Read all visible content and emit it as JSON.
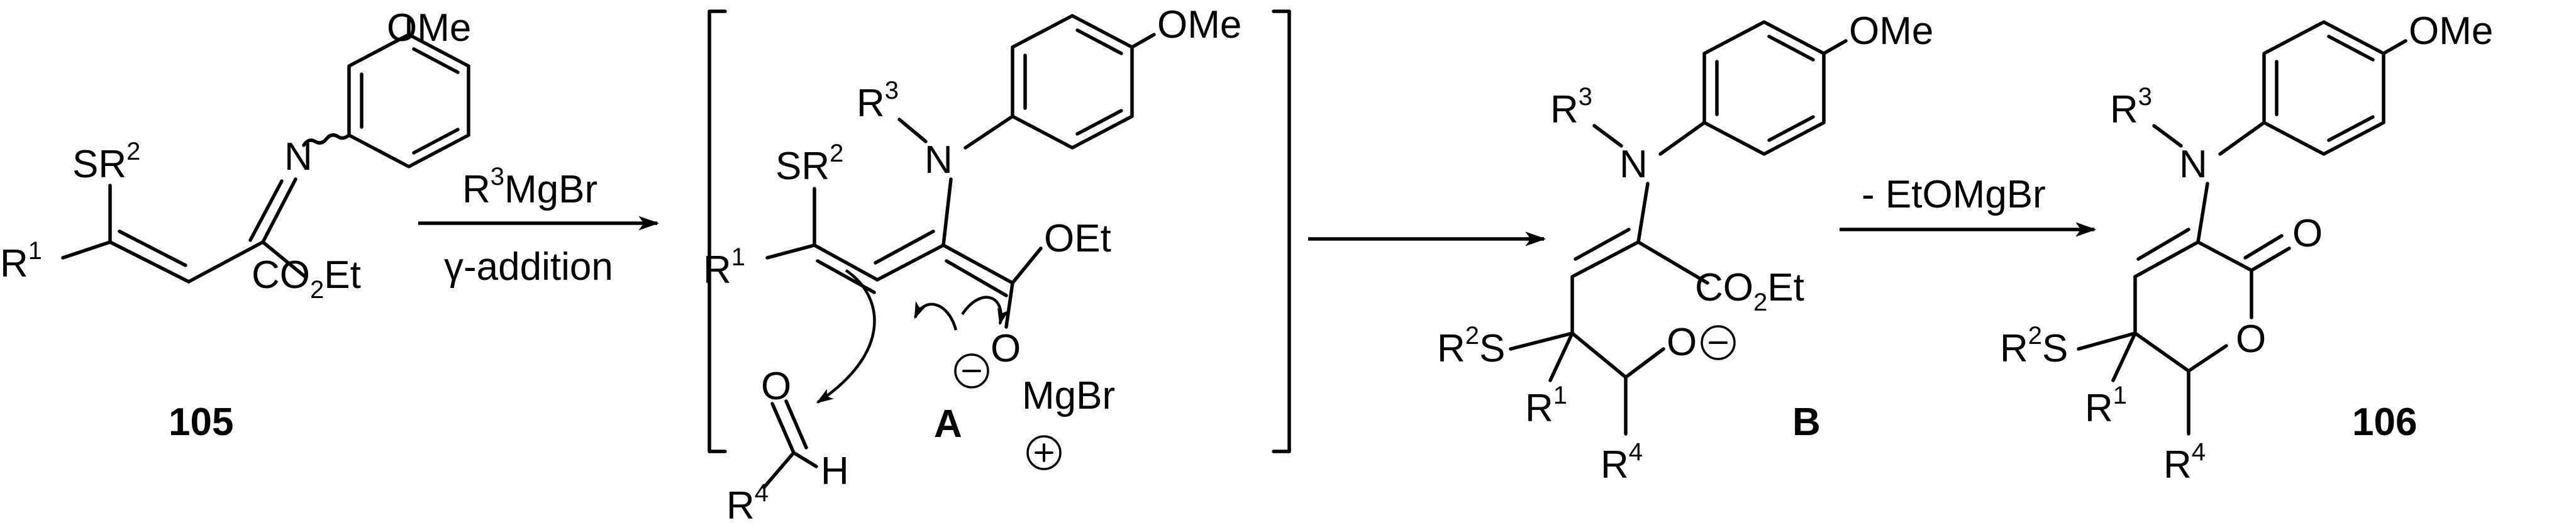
{
  "compounds": {
    "start": {
      "id": "105",
      "ome": "OMe",
      "n": "N",
      "s": "S",
      "r": "R",
      "r1": "1",
      "r2": "2",
      "co2": "CO",
      "two": "2",
      "et": "Et"
    },
    "intA": {
      "id": "A",
      "ome": "OMe",
      "n": "N",
      "r3R": "R",
      "r3": "3",
      "s": "S",
      "r": "R",
      "r2": "2",
      "r1R": "R",
      "r1": "1",
      "oet": "OEt",
      "o": "O",
      "mgbr": "MgBr",
      "aldO": "O",
      "aldH": "H",
      "r4R": "R",
      "r4": "4"
    },
    "intB": {
      "id": "B",
      "ome": "OMe",
      "n": "N",
      "r3R": "R",
      "r3": "3",
      "r2S": "R",
      "r2": "2",
      "s": "S",
      "r1R": "R",
      "r1": "1",
      "co2": "CO",
      "two": "2",
      "et": "Et",
      "o": "O",
      "r4R": "R",
      "r4": "4"
    },
    "product": {
      "id": "106",
      "ome": "OMe",
      "n": "N",
      "r3R": "R",
      "r3": "3",
      "r2S": "R",
      "r2": "2",
      "s": "S",
      "r1R": "R",
      "r1": "1",
      "oc": "O",
      "oring": "O",
      "r4R": "R",
      "r4": "4"
    }
  },
  "arrows": {
    "step1": {
      "reagent_r": "R",
      "reagent_sup": "3",
      "reagent_rest": "MgBr",
      "condition": "γ-addition"
    },
    "step2": {},
    "step3": {
      "reagent": "- EtOMgBr"
    }
  },
  "charges": {
    "minus": "−",
    "plus": "+"
  }
}
